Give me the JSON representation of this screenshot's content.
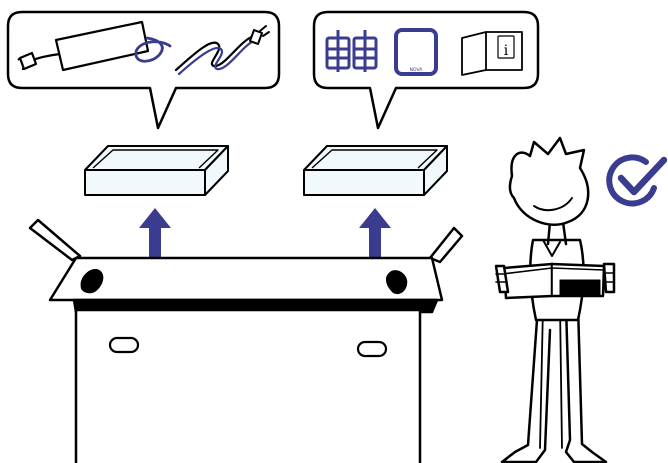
{
  "colors": {
    "stroke": "#000000",
    "accent_blue": "#3a3d8f",
    "box_light_blue": "#f1f9fd",
    "fill_white": "#ffffff",
    "hole_black": "#111111"
  },
  "callouts": [
    {
      "name": "power-adapter-callout",
      "icons": [
        "power-adapter-icon",
        "power-cable-icon"
      ]
    },
    {
      "name": "accessories-callout",
      "icons": [
        "mounting-brackets-icon",
        "tablet-icon",
        "manual-info-icon"
      ]
    }
  ],
  "boxes": [
    {
      "name": "power-adapter-box"
    },
    {
      "name": "accessories-box"
    }
  ],
  "arrows": [
    "up-arrow-left",
    "up-arrow-right"
  ],
  "shipping_box": {
    "icon": "open-carton-icon"
  },
  "person": {
    "icon": "person-reading-manual-icon"
  },
  "status": {
    "icon": "check-circle-icon"
  },
  "tablet_screen_text": "NOVA"
}
